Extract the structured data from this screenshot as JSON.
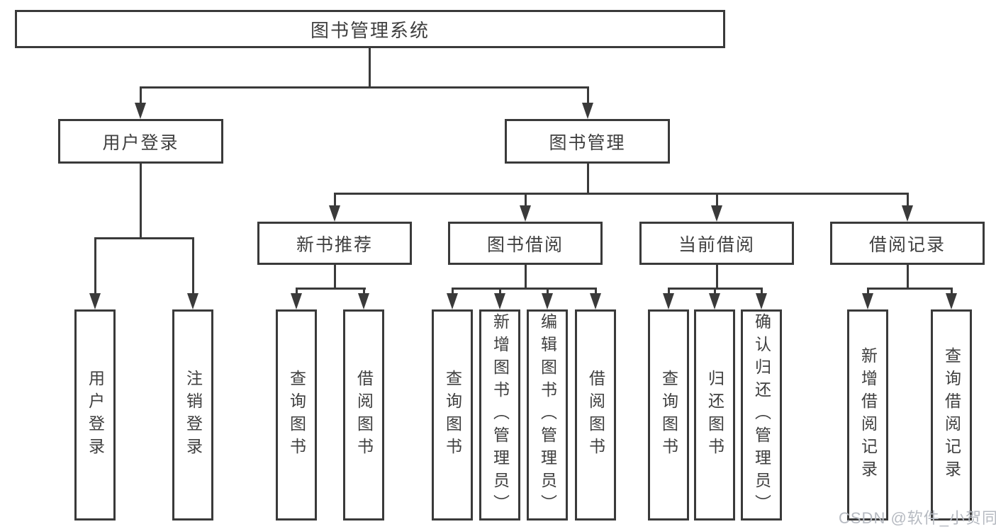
{
  "title": "图书管理系统",
  "tree": {
    "root": {
      "label": "图书管理系统"
    },
    "level2": [
      {
        "label": "用户登录"
      },
      {
        "label": "图书管理"
      }
    ],
    "level3": [
      {
        "label": "新书推荐"
      },
      {
        "label": "图书借阅"
      },
      {
        "label": "当前借阅"
      },
      {
        "label": "借阅记录"
      }
    ],
    "leaves": {
      "user_login": [
        {
          "label": "用户登录"
        },
        {
          "label": "注销登录"
        }
      ],
      "new_book_rec": [
        {
          "label": "查询图书"
        },
        {
          "label": "借阅图书"
        }
      ],
      "book_borrow": [
        {
          "label": "查询图书"
        },
        {
          "label": "新增图书（管理员）"
        },
        {
          "label": "编辑图书（管理员）"
        },
        {
          "label": "借阅图书"
        }
      ],
      "current_borrow": [
        {
          "label": "查询图书"
        },
        {
          "label": "归还图书"
        },
        {
          "label": "确认归还（管理员）"
        }
      ],
      "borrow_records": [
        {
          "label": "新增借阅记录"
        },
        {
          "label": "查询借阅记录"
        }
      ]
    }
  },
  "watermark": {
    "text": "CSDN @软件_小贺同学"
  },
  "colors": {
    "line": "#3a3a3a",
    "text": "#3f3f3f",
    "watermark": "#b6bac1",
    "background": "#ffffff"
  }
}
